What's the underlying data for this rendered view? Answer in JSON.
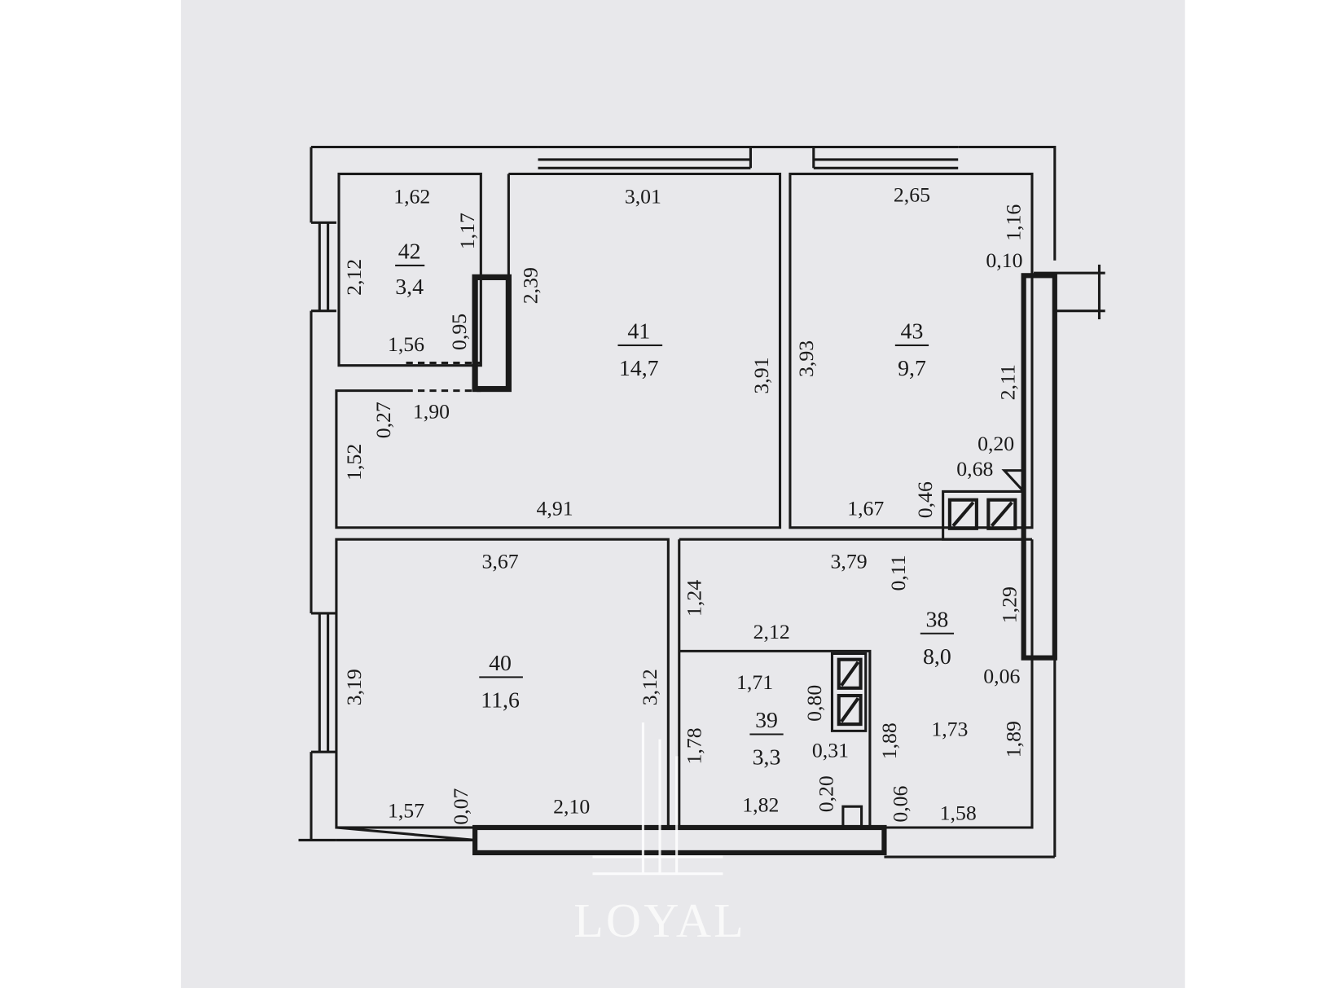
{
  "rooms": [
    {
      "number": "42",
      "area": "3,4"
    },
    {
      "number": "41",
      "area": "14,7"
    },
    {
      "number": "43",
      "area": "9,7"
    },
    {
      "number": "40",
      "area": "11,6"
    },
    {
      "number": "39",
      "area": "3,3"
    },
    {
      "number": "38",
      "area": "8,0"
    }
  ],
  "dims_h": [
    "1,62",
    "3,01",
    "2,65",
    "0,10",
    "1,56",
    "1,90",
    "4,91",
    "1,67",
    "0,20",
    "0,68",
    "3,67",
    "3,79",
    "2,12",
    "1,71",
    "0,06",
    "0,31",
    "1,73",
    "1,57",
    "2,10",
    "1,82",
    "1,58"
  ],
  "dims_v": [
    "1,17",
    "2,12",
    "0,95",
    "2,39",
    "3,91",
    "3,93",
    "1,16",
    "2,11",
    "0,27",
    "1,52",
    "0,46",
    "0,11",
    "1,24",
    "1,29",
    "3,19",
    "3,12",
    "1,78",
    "0,80",
    "1,88",
    "1,89",
    "0,20",
    "0,06",
    "0,07"
  ],
  "watermark": "LOYAL",
  "colors": {
    "paper": "#e8e8eb",
    "line": "#1a1a1a"
  }
}
